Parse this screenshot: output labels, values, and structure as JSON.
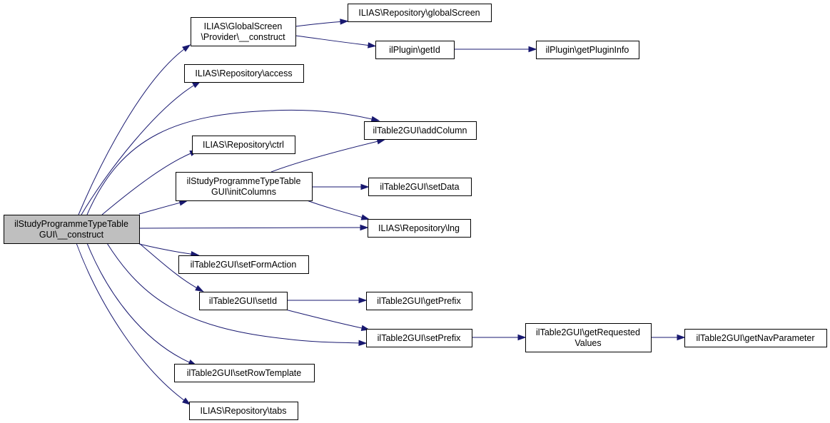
{
  "colors": {
    "edge": "#191970",
    "root_fill": "#bfbfbf",
    "node_fill": "#ffffff",
    "node_border": "#000000"
  },
  "nodes": {
    "root": [
      "ilStudyProgrammeTypeTable",
      "GUI\\__construct"
    ],
    "globalscreen_provider": [
      "ILIAS\\GlobalScreen",
      "\\Provider\\__construct"
    ],
    "repo_globalscreen": [
      "ILIAS\\Repository\\globalScreen"
    ],
    "plugin_getid": [
      "ilPlugin\\getId"
    ],
    "plugin_getplugininfo": [
      "ilPlugin\\getPluginInfo"
    ],
    "repo_access": [
      "ILIAS\\Repository\\access"
    ],
    "table_addcolumn": [
      "ilTable2GUI\\addColumn"
    ],
    "repo_ctrl": [
      "ILIAS\\Repository\\ctrl"
    ],
    "initcolumns": [
      "ilStudyProgrammeTypeTable",
      "GUI\\initColumns"
    ],
    "table_setdata": [
      "ilTable2GUI\\setData"
    ],
    "repo_lng": [
      "ILIAS\\Repository\\lng"
    ],
    "table_setformaction": [
      "ilTable2GUI\\setFormAction"
    ],
    "table_setid": [
      "ilTable2GUI\\setId"
    ],
    "table_getprefix": [
      "ilTable2GUI\\getPrefix"
    ],
    "table_setprefix": [
      "ilTable2GUI\\setPrefix"
    ],
    "table_getrequestedvalues": [
      "ilTable2GUI\\getRequested",
      "Values"
    ],
    "table_getnavparameter": [
      "ilTable2GUI\\getNavParameter"
    ],
    "table_setrowtemplate": [
      "ilTable2GUI\\setRowTemplate"
    ],
    "repo_tabs": [
      "ILIAS\\Repository\\tabs"
    ]
  },
  "edges": [
    [
      "root",
      "globalscreen_provider"
    ],
    [
      "root",
      "repo_access"
    ],
    [
      "root",
      "table_addcolumn"
    ],
    [
      "root",
      "repo_ctrl"
    ],
    [
      "root",
      "initcolumns"
    ],
    [
      "root",
      "repo_lng"
    ],
    [
      "root",
      "table_setformaction"
    ],
    [
      "root",
      "table_setid"
    ],
    [
      "root",
      "table_setprefix"
    ],
    [
      "root",
      "table_setrowtemplate"
    ],
    [
      "root",
      "repo_tabs"
    ],
    [
      "globalscreen_provider",
      "repo_globalscreen"
    ],
    [
      "globalscreen_provider",
      "plugin_getid"
    ],
    [
      "plugin_getid",
      "plugin_getplugininfo"
    ],
    [
      "initcolumns",
      "table_addcolumn"
    ],
    [
      "initcolumns",
      "table_setdata"
    ],
    [
      "initcolumns",
      "repo_lng"
    ],
    [
      "table_setid",
      "table_getprefix"
    ],
    [
      "table_setid",
      "table_setprefix"
    ],
    [
      "table_setprefix",
      "table_getrequestedvalues"
    ],
    [
      "table_getrequestedvalues",
      "table_getnavparameter"
    ]
  ]
}
